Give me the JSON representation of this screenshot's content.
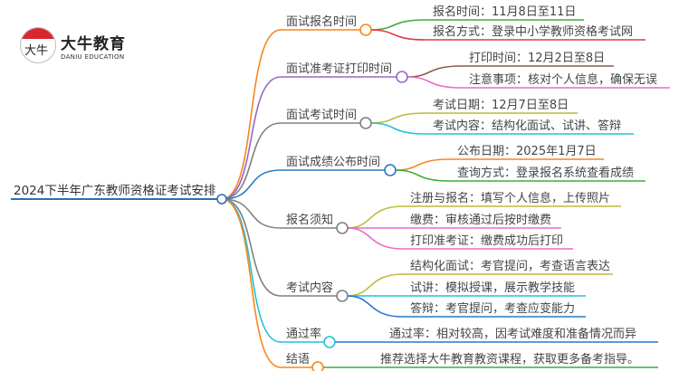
{
  "logo": {
    "name_cn": "大牛教育",
    "name_en": "DANIU EDUCATION",
    "mark": "大牛"
  },
  "root": {
    "label": "2024下半年广东教师资格证考试安排",
    "color": "#2a6fb5"
  },
  "branches": [
    {
      "label": "面试报名时间",
      "color": "#f7861d",
      "leaves": [
        {
          "text": "报名时间：11月8日至11日",
          "color": "#3cad3c"
        },
        {
          "text": "报名方式：登录中小学教师资格考试网",
          "color": "#e03c3c"
        }
      ]
    },
    {
      "label": "面试准考证打印时间",
      "color": "#9a66cc",
      "leaves": [
        {
          "text": "打印时间：12月2日至8日",
          "color": "#8b5a4a"
        },
        {
          "text": "注意事项：核对个人信息，确保无误",
          "color": "#e86cc8"
        }
      ]
    },
    {
      "label": "面试考试时间",
      "color": "#808080",
      "leaves": [
        {
          "text": "考试日期：12月7日至8日",
          "color": "#bcbc3c"
        },
        {
          "text": "考试内容：结构化面试、试讲、答辩",
          "color": "#22c0d8"
        }
      ]
    },
    {
      "label": "面试成绩公布时间",
      "color": "#2878c8",
      "leaves": [
        {
          "text": "公布日期：2025年1月7日",
          "color": "#f7861d"
        },
        {
          "text": "查询方式：登录报名系统查看成绩",
          "color": "#3cad3c"
        }
      ]
    },
    {
      "label": "报名须知",
      "color": "#808080",
      "leaves": [
        {
          "text": "注册与报名：填写个人信息，上传照片",
          "color": "#bcbc3c"
        },
        {
          "text": "缴费：审核通过后按时缴费",
          "color": "#e86cc8"
        },
        {
          "text": "打印准考证：缴费成功后打印",
          "color": "#e86cc8"
        }
      ]
    },
    {
      "label": "考试内容",
      "color": "#808080",
      "leaves": [
        {
          "text": "结构化面试：考官提问，考查语言表达",
          "color": "#bcbc3c"
        },
        {
          "text": "试讲：模拟授课，展示教学技能",
          "color": "#22c0d8"
        },
        {
          "text": "答辩：考官提问，考查应变能力",
          "color": "#2878c8"
        }
      ]
    },
    {
      "label": "通过率",
      "color": "#22c0d8",
      "leaves": [
        {
          "text": "通过率：相对较高，因考试难度和准备情况而异",
          "color": "#2878c8"
        }
      ]
    },
    {
      "label": "结语",
      "color": "#f7861d",
      "leaves": [
        {
          "text": "推荐选择大牛教育教资课程，获取更多备考指导。",
          "color": "#3cad3c"
        }
      ]
    }
  ]
}
